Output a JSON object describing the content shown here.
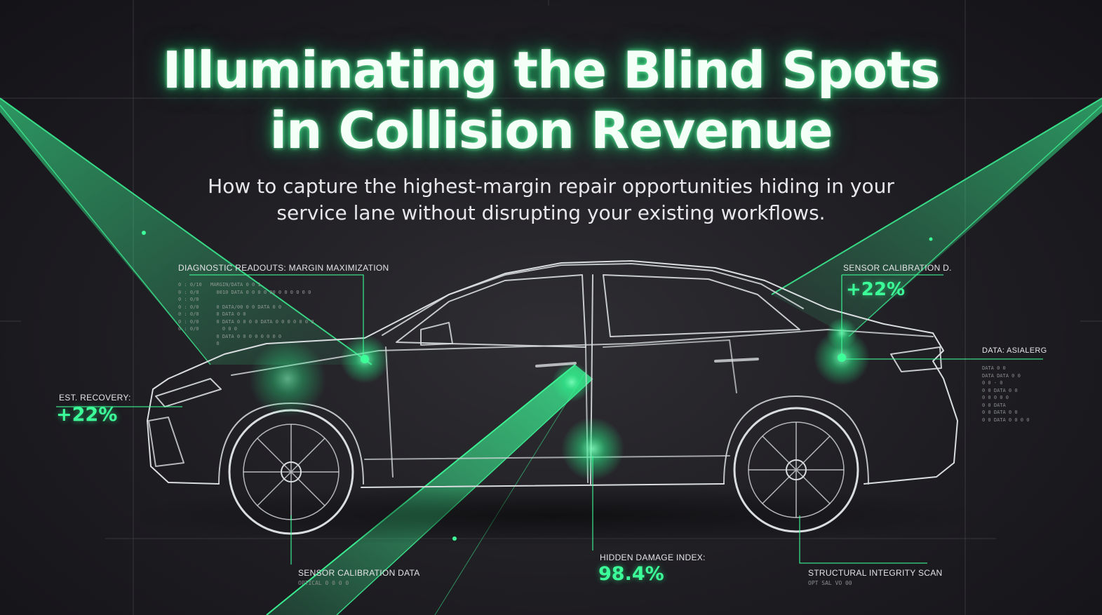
{
  "title_line1": "Illuminating the Blind Spots",
  "title_line2": "in Collision Revenue",
  "subtitle_line1": "How to capture the highest-margin repair opportunities hiding in your",
  "subtitle_line2": "service lane without disrupting your existing workflows.",
  "callouts": {
    "diagnostic": {
      "label": "DIAGNOSTIC READOUTS: MARGIN MAXIMIZATION",
      "code_left": "0 : 0/10\n0 : 0/0\n0 : 0/0\n0 : 0/0\n0 : 0/0\n0 : 0/0\n0 : 0/0",
      "code_right": "MARGIN/DATA 0 0 1\n  0010 DATA 0 0 0 0 00 0 0 0 0 0 0\n\n  0 DATA/00 0 0 DATA 0 0\n  0 DATA 0 0\n  0 DATA 0 0 0 0 DATA 0 0 0 0 0 0 0\n    0 0 0\n  0 DATA 0 0 0 0 0 0 0 0\n  0"
    },
    "sensor_right": {
      "label": "SENSOR CALIBRATION D.",
      "value": "+22%"
    },
    "data_right": {
      "label": "DATA: ASIALERG",
      "lines": [
        "DATA 0 0",
        "DATA DATA 0 0",
        "0 0 - 0",
        "0 0 DATA 0 0",
        "0 0 0 0 0",
        "0 0 DATA",
        "0 0 DATA 0 0",
        "0 0 DATA 0 0 0 0"
      ]
    },
    "recovery": {
      "label": "EST. RECOVERY:",
      "value": "+22%"
    },
    "sensor_bottom": {
      "label": "SENSOR CALIBRATION DATA",
      "sub": "OPTICAL 0 0 0 0"
    },
    "damage": {
      "label": "HIDDEN DAMAGE INDEX:",
      "value": "98.4%"
    },
    "structural": {
      "label": "STRUCTURAL INTEGRITY SCAN",
      "sub": "OPT SAL VO 00"
    }
  },
  "colors": {
    "accent": "#3dff9a",
    "background": "#1e1d22",
    "wireframe": "#d9dde0"
  }
}
